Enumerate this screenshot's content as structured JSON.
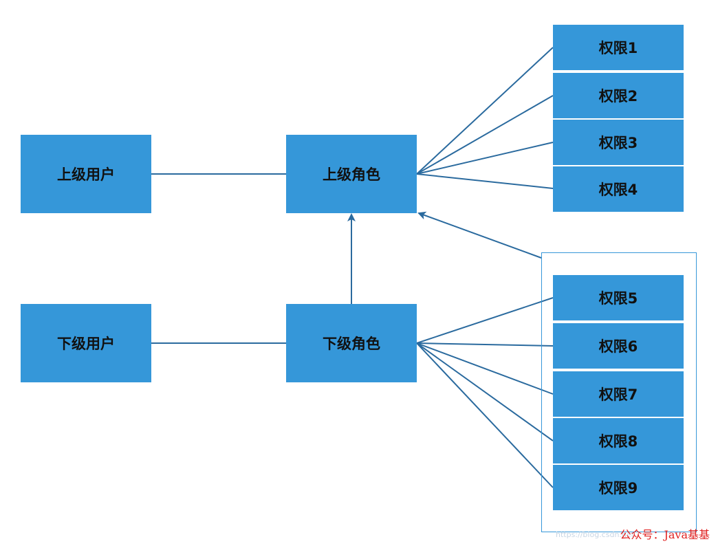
{
  "nodes": {
    "upper_user": "上级用户",
    "lower_user": "下级用户",
    "upper_role": "上级角色",
    "lower_role": "下级角色"
  },
  "permissions_upper": [
    "权限1",
    "权限2",
    "权限3",
    "权限4"
  ],
  "permissions_lower": [
    "权限5",
    "权限6",
    "权限7",
    "权限8",
    "权限9"
  ],
  "watermark": "公众号：Java基基",
  "watermark_url": "https://blog.csdn.net",
  "colors": {
    "box_fill": "#3597d9",
    "line": "#2a6a9e",
    "watermark": "#e02020"
  }
}
